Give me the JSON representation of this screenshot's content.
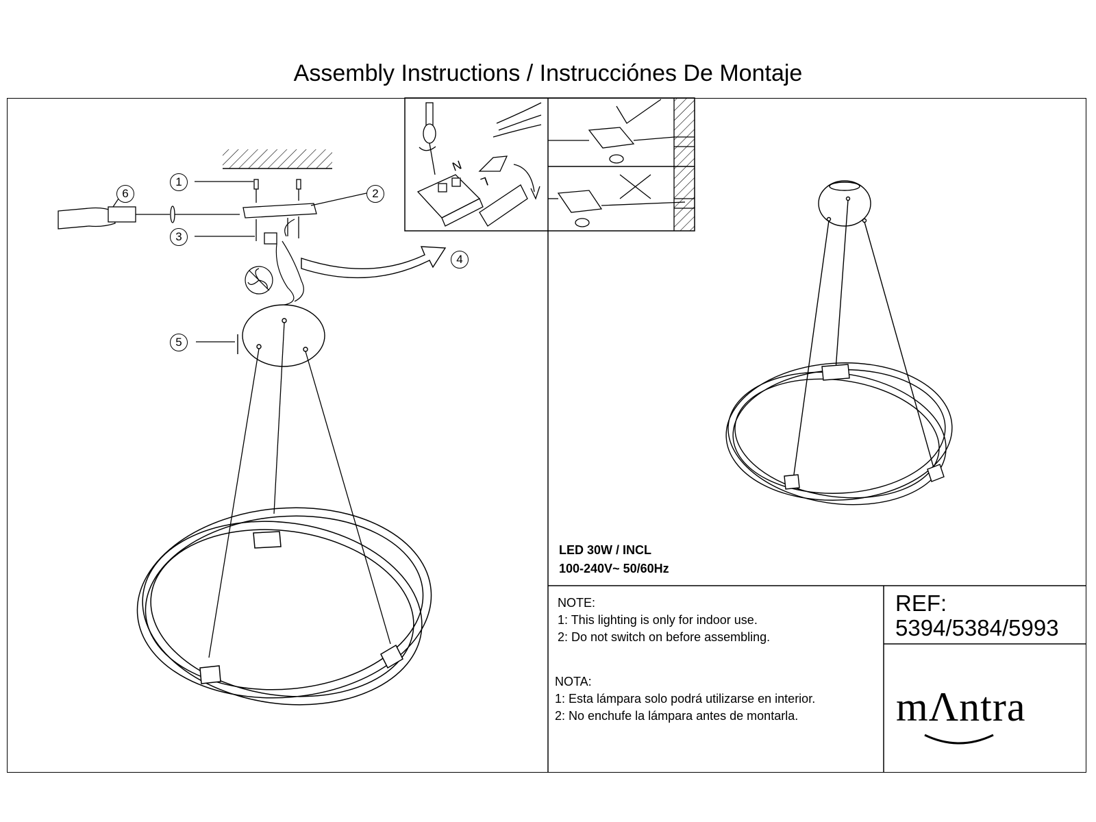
{
  "title": "Assembly Instructions / Instrucciónes De Montaje",
  "callouts": [
    "1",
    "2",
    "3",
    "4",
    "5",
    "6"
  ],
  "wiring_labels": {
    "neutral": "N",
    "live": "L"
  },
  "specs": {
    "line1": "LED 30W / INCL",
    "line2": "100-240V~  50/60Hz"
  },
  "note_en": {
    "heading": "NOTE:",
    "items": [
      "1: This lighting is only for indoor use.",
      "2: Do not switch on before assembling."
    ]
  },
  "note_es": {
    "heading": "NOTA:",
    "items": [
      "1: Esta lámpara solo podrá utilizarse en interior.",
      "2: No enchufe la lámpara antes de montarla."
    ]
  },
  "ref": {
    "label": "REF:",
    "codes": "5394/5384/5993"
  },
  "brand": "mΛntra"
}
